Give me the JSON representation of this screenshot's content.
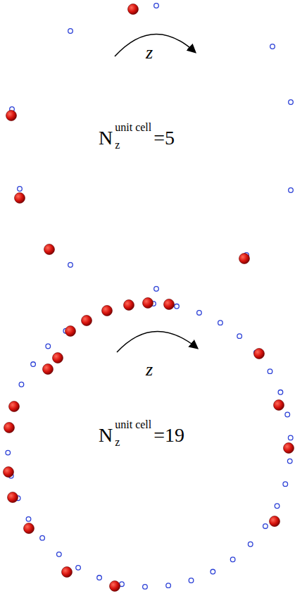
{
  "diagram": {
    "labels": [
      "z",
      "N",
      "unit cell",
      "z",
      "=5",
      "z",
      "N",
      "unit cell",
      "z",
      "=19"
    ]
  }
}
